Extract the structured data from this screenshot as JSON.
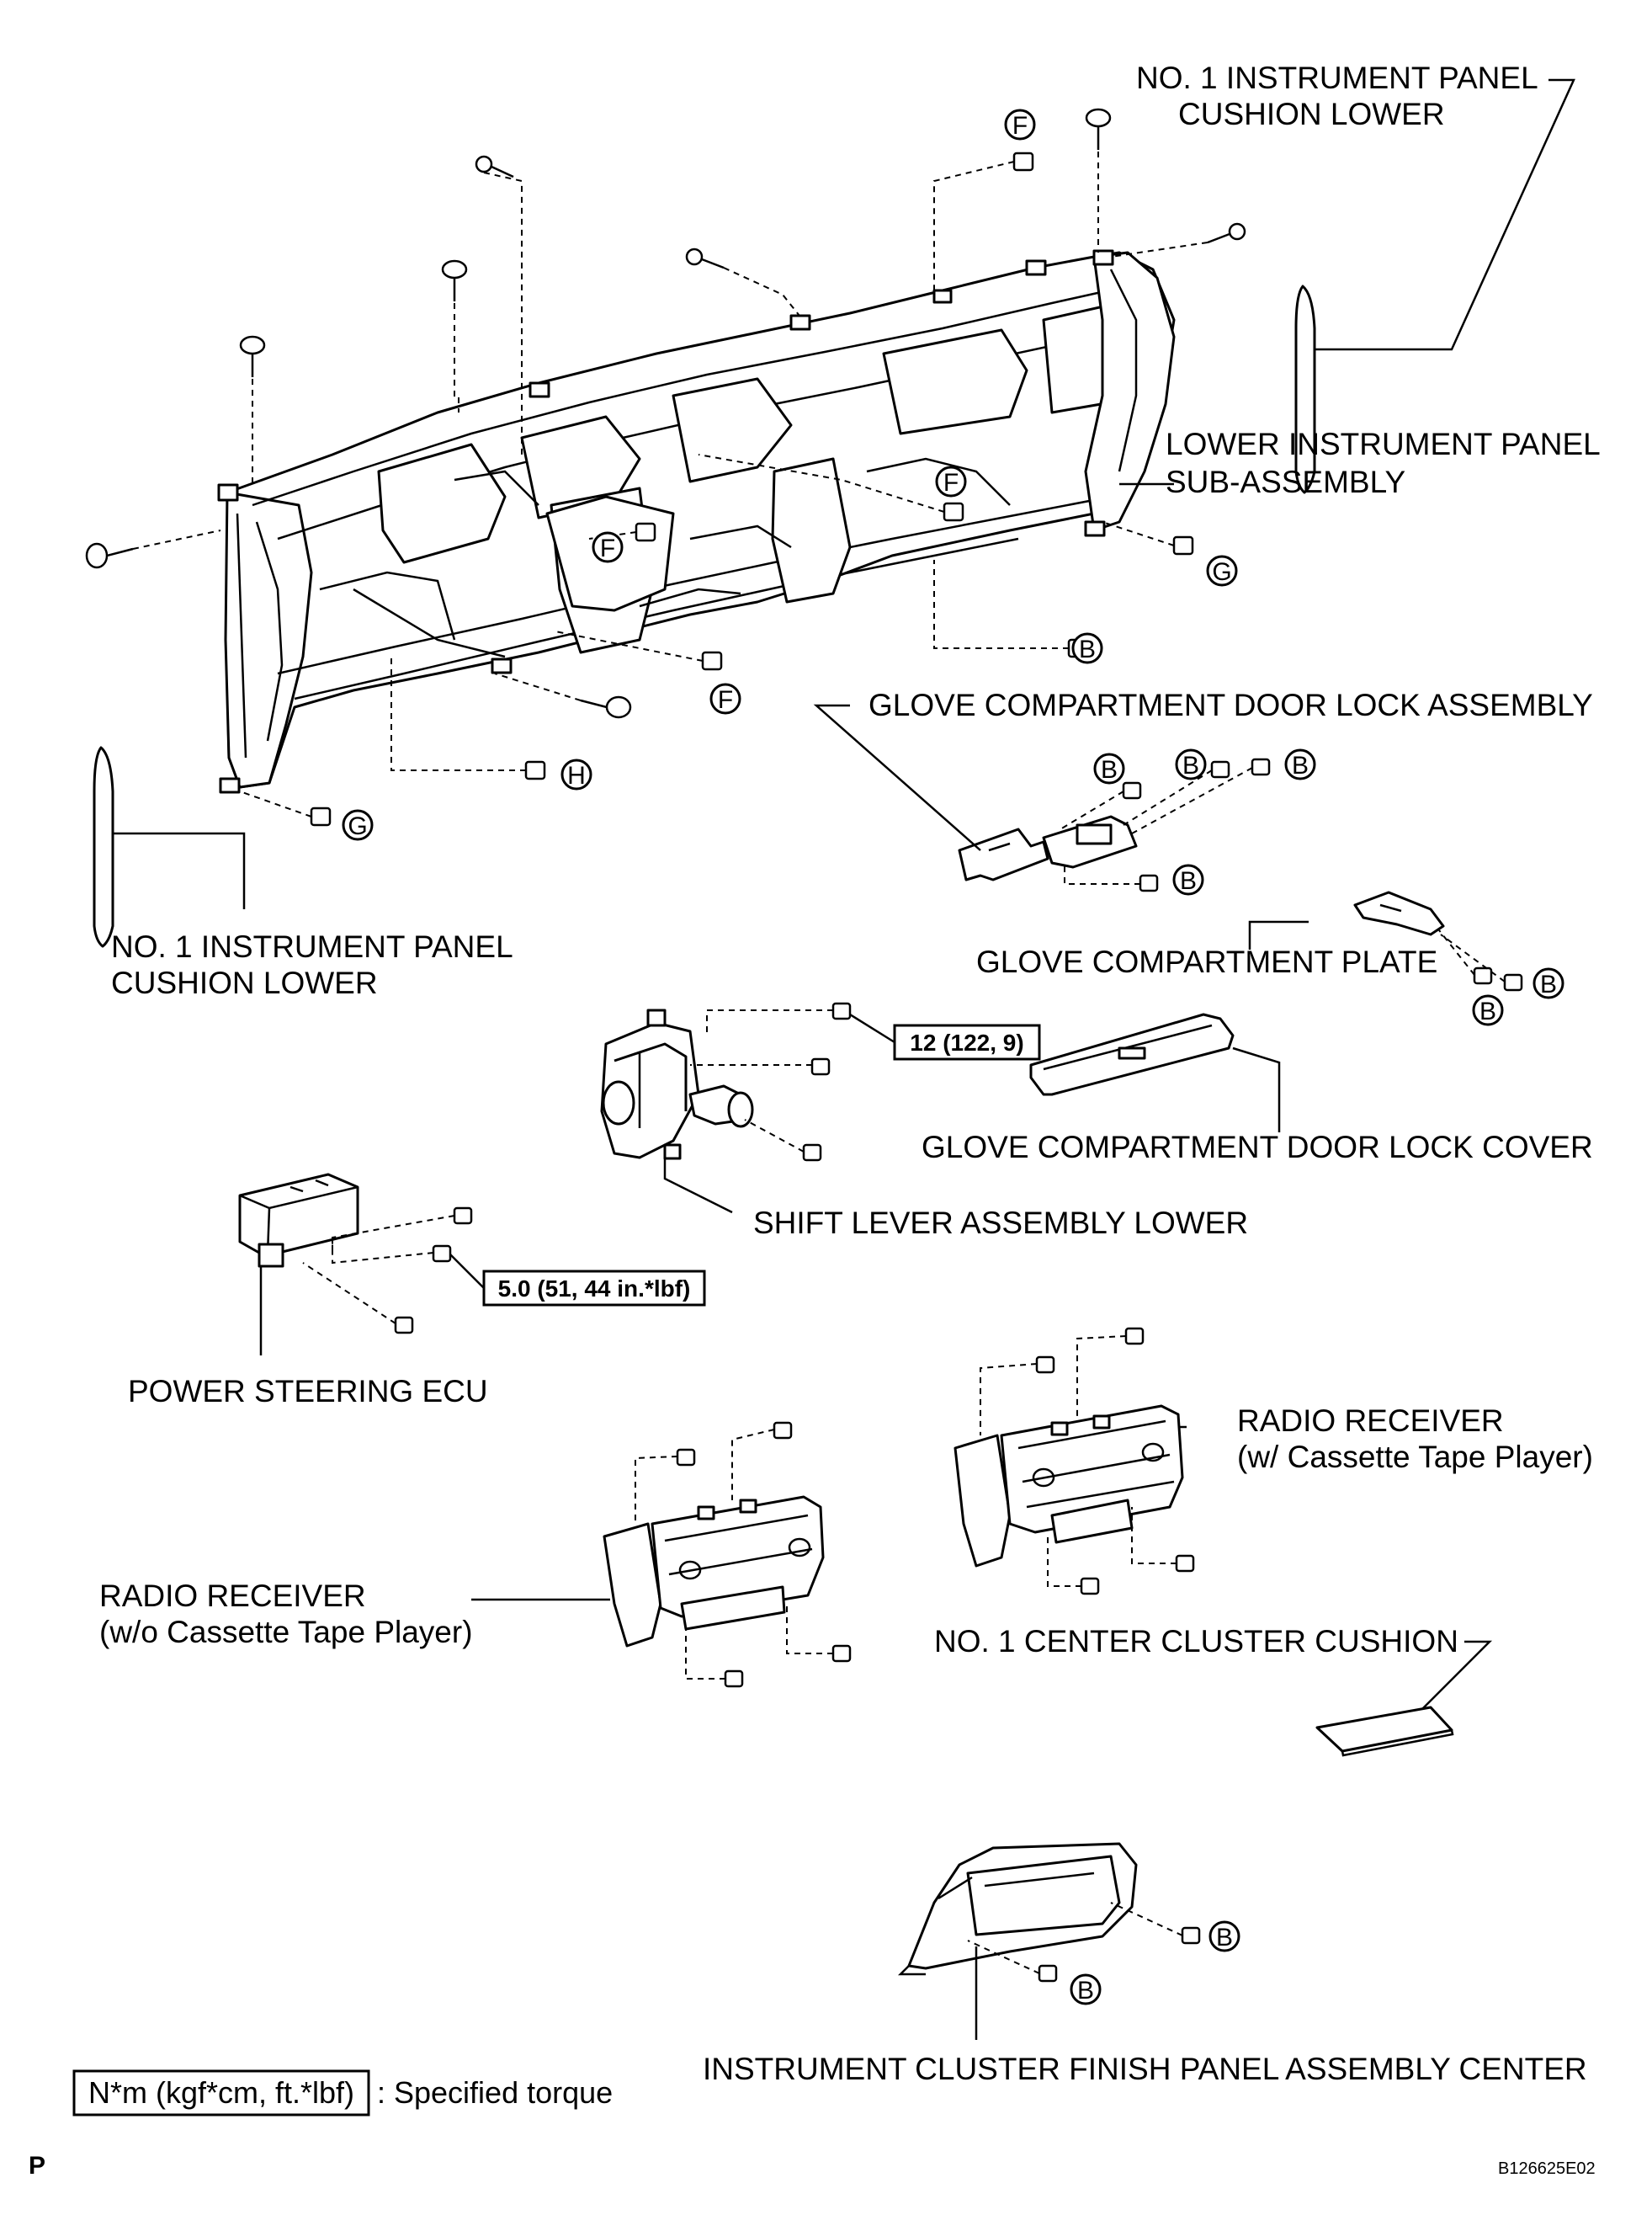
{
  "labels": {
    "cushion_lower_top": [
      "NO. 1 INSTRUMENT PANEL",
      "CUSHION LOWER"
    ],
    "lower_panel": [
      "LOWER INSTRUMENT PANEL",
      "SUB-ASSEMBLY"
    ],
    "glove_lock": "GLOVE COMPARTMENT DOOR LOCK ASSEMBLY",
    "cushion_lower_left": [
      "NO. 1 INSTRUMENT PANEL",
      "CUSHION LOWER"
    ],
    "glove_plate": "GLOVE COMPARTMENT PLATE",
    "glove_cover": "GLOVE COMPARTMENT DOOR LOCK COVER",
    "shift_lever": "SHIFT LEVER ASSEMBLY LOWER",
    "power_steering": "POWER STEERING ECU",
    "radio_with": [
      "RADIO RECEIVER",
      "(w/ Cassette Tape Player)"
    ],
    "radio_without": [
      "RADIO RECEIVER",
      "(w/o Cassette Tape Player)"
    ],
    "center_cushion": "NO. 1 CENTER CLUSTER CUSHION",
    "finish_panel": "INSTRUMENT CLUSTER FINISH PANEL ASSEMBLY CENTER"
  },
  "torques": {
    "shift_lever": "12 (122, 9)",
    "power_steering": "5.0 (51, 44 in.*lbf)"
  },
  "fastener_codes": {
    "b": "B",
    "f": "F",
    "g": "G",
    "h": "H"
  },
  "legend": {
    "unit": "N*m (kgf*cm, ft.*lbf)",
    "text": ": Specified torque"
  },
  "footer": {
    "page_letter": "P",
    "figure_id": "B126625E02"
  }
}
